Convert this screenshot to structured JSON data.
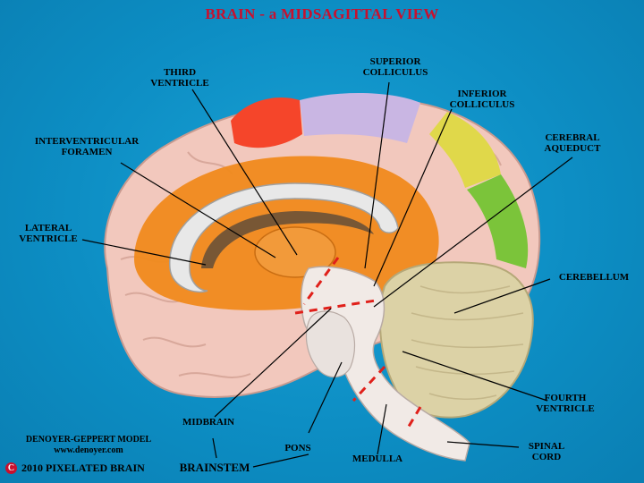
{
  "title": "BRAIN - a MIDSAGITTAL VIEW",
  "labels": {
    "third_ventricle": [
      "THIRD",
      "VENTRICLE"
    ],
    "superior_colliculus": [
      "SUPERIOR",
      "COLLICULUS"
    ],
    "inferior_colliculus": [
      "INFERIOR",
      "COLLICULUS"
    ],
    "interventricular_foramen": [
      "INTERVENTRICULAR",
      "FORAMEN"
    ],
    "cerebral_aqueduct": [
      "CEREBRAL",
      "AQUEDUCT"
    ],
    "lateral_ventricle": [
      "LATERAL",
      "VENTRICLE"
    ],
    "cerebellum": "CEREBELLUM",
    "fourth_ventricle": [
      "FOURTH",
      "VENTRICLE"
    ],
    "midbrain": "MIDBRAIN",
    "pons": "PONS",
    "medulla": "MEDULLA",
    "spinal_cord": [
      "SPINAL",
      "CORD"
    ],
    "brainstem": "BRAINSTEM"
  },
  "credits": {
    "model": "DENOYER-GEPPERT MODEL",
    "url": "www.denoyer.com",
    "copyright_symbol": "C",
    "copyright_text": "2010  PIXELATED BRAIN"
  },
  "colors": {
    "background": "#0d8ec4",
    "title": "#c8102e",
    "dashed_boundary": "#e0201a",
    "cortex": "#f2c8bd",
    "limbic_orange": "#f08a1c",
    "corpus_callosum": "#e8e8e8",
    "cerebellum": "#dcd2a6",
    "frontal_red": "#f5452a",
    "parietal_purple": "#c9b6e3",
    "occipital_green": "#7bc43a"
  }
}
